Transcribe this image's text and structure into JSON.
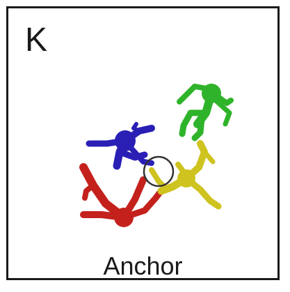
{
  "panel": {
    "letter": "K",
    "caption": "Anchor"
  },
  "figures": [
    {
      "name": "green-figure",
      "color": "#2fb32a"
    },
    {
      "name": "blue-figure",
      "color": "#2a1fb5"
    },
    {
      "name": "red-figure",
      "color": "#c4211d"
    },
    {
      "name": "yellow-figure",
      "color": "#cfc31f"
    }
  ],
  "highlight_color": "#333333",
  "border_color": "#1a1a1a"
}
